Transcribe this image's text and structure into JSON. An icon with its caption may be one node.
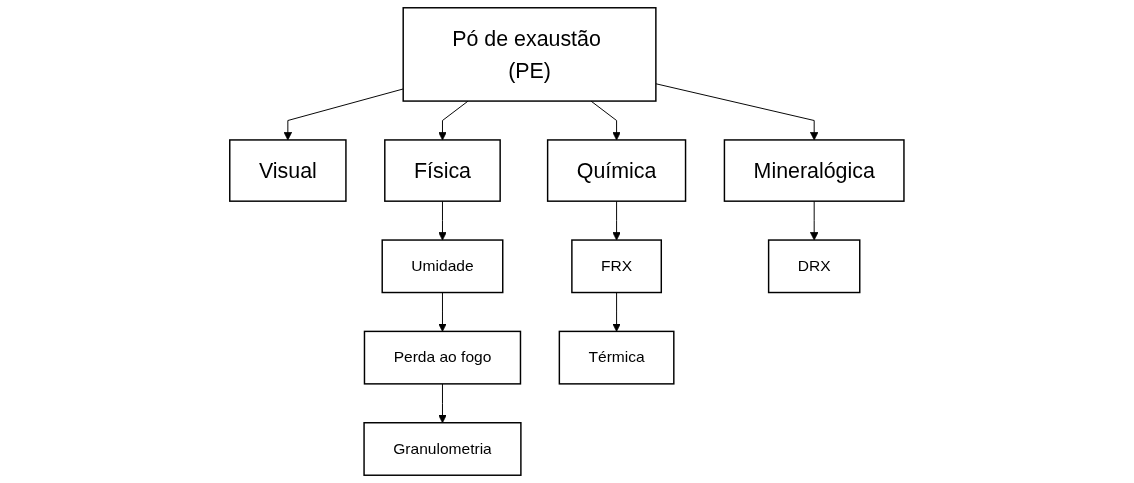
{
  "diagram": {
    "nodes": [
      {
        "text": [
          "Pó de exaustão (PE)"
        ]
      },
      {
        "text": [
          "Visual"
        ]
      },
      {
        "text": [
          "Física"
        ]
      },
      {
        "text": [
          "Química"
        ]
      },
      {
        "text": [
          "Mineralógica"
        ]
      },
      {
        "text": [
          "Umidade"
        ]
      },
      {
        "text": [
          "Perda ao fogo"
        ]
      },
      {
        "text": [
          "Granulometria"
        ]
      },
      {
        "text": [
          "FRX"
        ]
      },
      {
        "text": [
          "Térmica"
        ]
      },
      {
        "text": [
          "DRX"
        ]
      }
    ],
    "edges": [
      {
        "from": 0,
        "to": 1,
        "arrow": "to"
      },
      {
        "from": 0,
        "to": 2,
        "arrow": "to"
      },
      {
        "from": 0,
        "to": 3,
        "arrow": "to"
      },
      {
        "from": 0,
        "to": 4,
        "arrow": "to"
      },
      {
        "from": 2,
        "to": 5,
        "arrow": "to"
      },
      {
        "from": 5,
        "to": 6,
        "arrow": "to"
      },
      {
        "from": 6,
        "to": 7,
        "arrow": "to"
      },
      {
        "from": 3,
        "to": 8,
        "arrow": "to"
      },
      {
        "from": 8,
        "to": 9,
        "arrow": "to"
      },
      {
        "from": 4,
        "to": 10,
        "arrow": "to"
      }
    ]
  }
}
